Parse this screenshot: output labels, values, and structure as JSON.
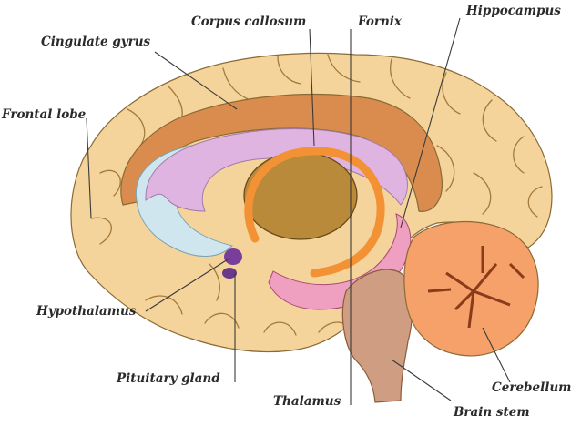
{
  "labels": {
    "corpus_callosum": "Corpus callosum",
    "fornix": "Fornix",
    "hippocampus": "Hippocampus",
    "cingulate_gyrus": "Cingulate gyrus",
    "frontal_lobe": "Frontal lobe",
    "hypothalamus": "Hypothalamus",
    "pituitary_gland": "Pituitary gland",
    "thalamus": "Thalamus",
    "cerebellum": "Cerebellum",
    "brain_stem": "Brain stem"
  },
  "colors": {
    "cortex": "#f4d49a",
    "cortex_fold": "#a27a3c",
    "cingulate": "#d98c4e",
    "corpus_callosum": "#e0b4e0",
    "ventricle": "#cfe6ee",
    "fornix": "#f39234",
    "thalamus": "#b98a3a",
    "hippocampus": "#ef9fbf",
    "brain_stem": "#cf9e82",
    "cerebellum": "#f6a06a",
    "hypothalamus": "#7a3d9a"
  }
}
